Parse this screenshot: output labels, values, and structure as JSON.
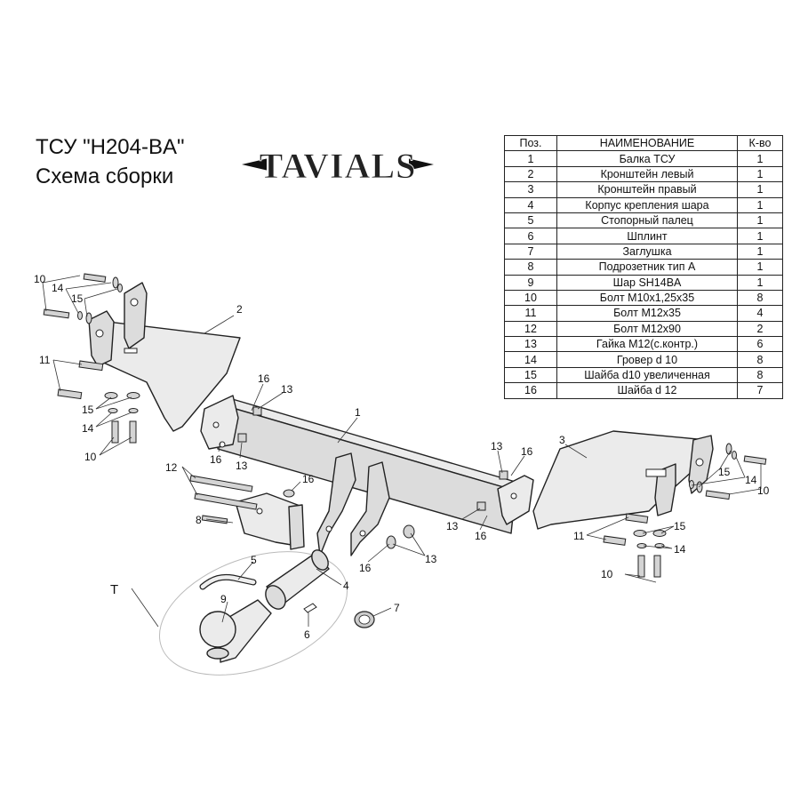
{
  "header": {
    "title_line1": "ТСУ  \"H204-BA\"",
    "title_line2": "Схема сборки"
  },
  "logo": {
    "text": "TAVIALS",
    "icon": "tavials-logo"
  },
  "table": {
    "headers": [
      "Поз.",
      "НАИМЕНОВАНИЕ",
      "К-во"
    ],
    "rows": [
      [
        "1",
        "Балка ТСУ",
        "1"
      ],
      [
        "2",
        "Кронштейн левый",
        "1"
      ],
      [
        "3",
        "Кронштейн правый",
        "1"
      ],
      [
        "4",
        "Корпус крепления шара",
        "1"
      ],
      [
        "5",
        "Стопорный палец",
        "1"
      ],
      [
        "6",
        "Шплинт",
        "1"
      ],
      [
        "7",
        "Заглушка",
        "1"
      ],
      [
        "8",
        "Подрозетник тип А",
        "1"
      ],
      [
        "9",
        "Шар SH14BA",
        "1"
      ],
      [
        "10",
        "Болт М10х1,25х35",
        "8"
      ],
      [
        "11",
        "Болт М12х35",
        "4"
      ],
      [
        "12",
        "Болт М12х90",
        "2"
      ],
      [
        "13",
        "Гайка М12(с.контр.)",
        "6"
      ],
      [
        "14",
        "Гровер d 10",
        "8"
      ],
      [
        "15",
        "Шайба d10 увеличенная",
        "8"
      ],
      [
        "16",
        "Шайба d 12",
        "7"
      ]
    ]
  },
  "callouts": {
    "c10": "10",
    "c11": "11",
    "c12": "12",
    "c13": "13",
    "c14": "14",
    "c15": "15",
    "c16": "16",
    "c1": "1",
    "c2": "2",
    "c3": "3",
    "c4": "4",
    "c5": "5",
    "c6": "6",
    "c7": "7",
    "c8": "8",
    "c9": "9",
    "T": "T"
  }
}
